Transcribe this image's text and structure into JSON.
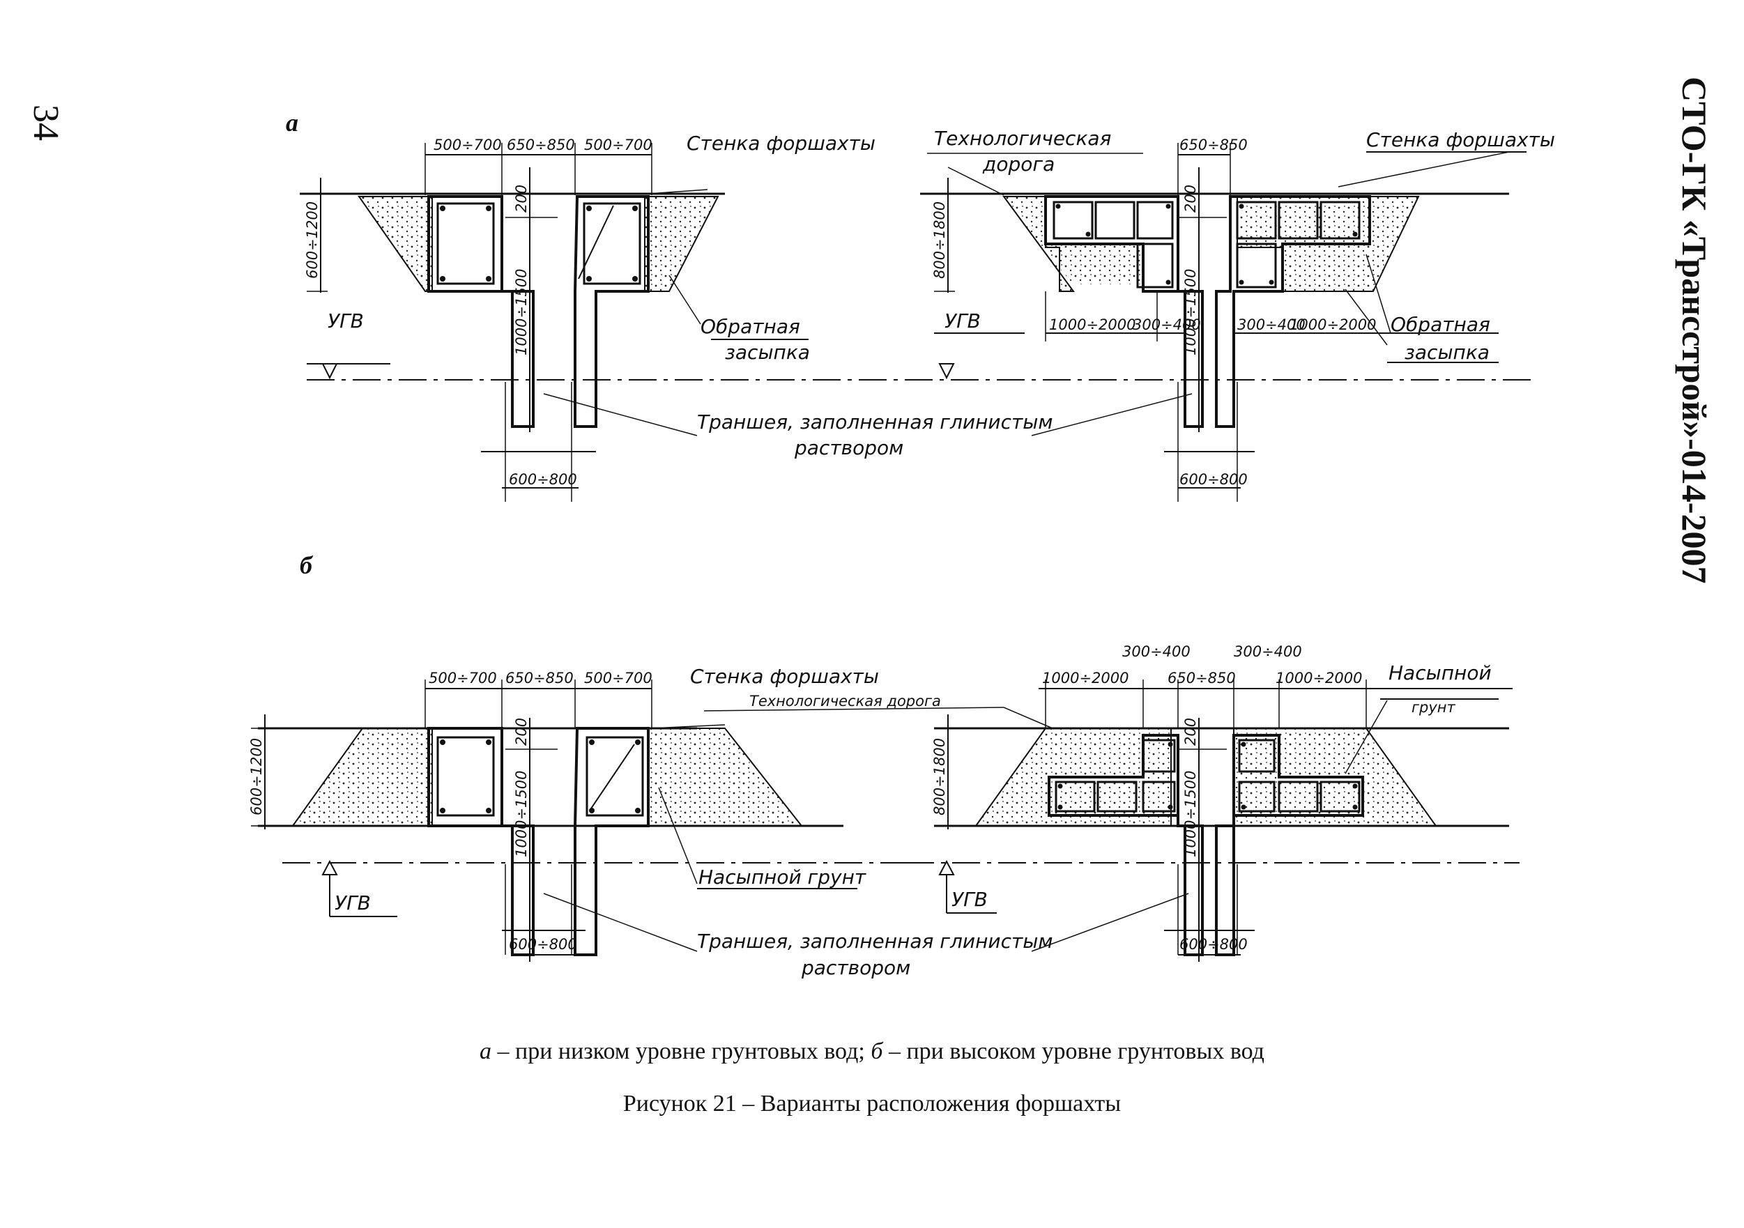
{
  "page": {
    "number": "34",
    "doc_id": "СТО-ГК «Трансстрой»-014-2007"
  },
  "panel_a": {
    "label": "а",
    "dims_top_left": [
      "500÷700",
      "650÷850",
      "500÷700"
    ],
    "dim_height_left": "600÷1200",
    "dim_200_left": "200",
    "dim_trench_left": "1000÷1500",
    "dim_bottom_left": "600÷800",
    "wall_label_left": "Стенка форшахты",
    "road_label": "Технологическая",
    "road_label_2": "дорога",
    "dim_top_right": "650÷850",
    "wall_label_right": "Стенка форшахты",
    "dim_height_right": "800÷1800",
    "dim_200_right": "200",
    "dim_trench_right": "1000÷1500",
    "dims_bottom_right": [
      "1000÷2000",
      "300÷400",
      "300÷400",
      "1000÷2000"
    ],
    "backfill_left_1": "Обратная",
    "backfill_left_2": "засыпка",
    "backfill_right_1": "Обратная",
    "backfill_right_2": "засыпка",
    "ugv_left": "УГВ",
    "ugv_right": "УГВ",
    "trench_label_1": "Траншея, заполненная глинистым",
    "trench_label_2": "раствором",
    "dim_bottom_right": "600÷800"
  },
  "panel_b": {
    "label": "б",
    "dims_top_left": [
      "500÷700",
      "650÷850",
      "500÷700"
    ],
    "wall_label": "Стенка форшахты",
    "road_label": "Технологическая дорога",
    "dim_height_left": "600÷1200",
    "dim_200_left": "200",
    "dim_trench_left": "1000÷1500",
    "fill_label": "Насыпной грунт",
    "ugv_left": "УГВ",
    "dim_bottom_left": "600÷800",
    "dims_top_right_upper": [
      "300÷400",
      "300÷400"
    ],
    "dims_top_right": [
      "1000÷2000",
      "650÷850",
      "1000÷2000"
    ],
    "fill_label_right_1": "Насыпной",
    "fill_label_right_2": "грунт",
    "dim_height_right": "800÷1800",
    "dim_200_right": "200",
    "dim_trench_right": "1000÷1500",
    "ugv_right": "УГВ",
    "dim_bottom_right": "600÷800",
    "trench_label_1": "Траншея, заполненная глинистым",
    "trench_label_2": "раствором"
  },
  "caption": {
    "a_letter": "а",
    "a_text": " – при низком уровне грунтовых вод; ",
    "b_letter": "б",
    "b_text": " – при высоком уровне грунтовых вод",
    "figure": "Рисунок 21 – Варианты расположения форшахты"
  }
}
